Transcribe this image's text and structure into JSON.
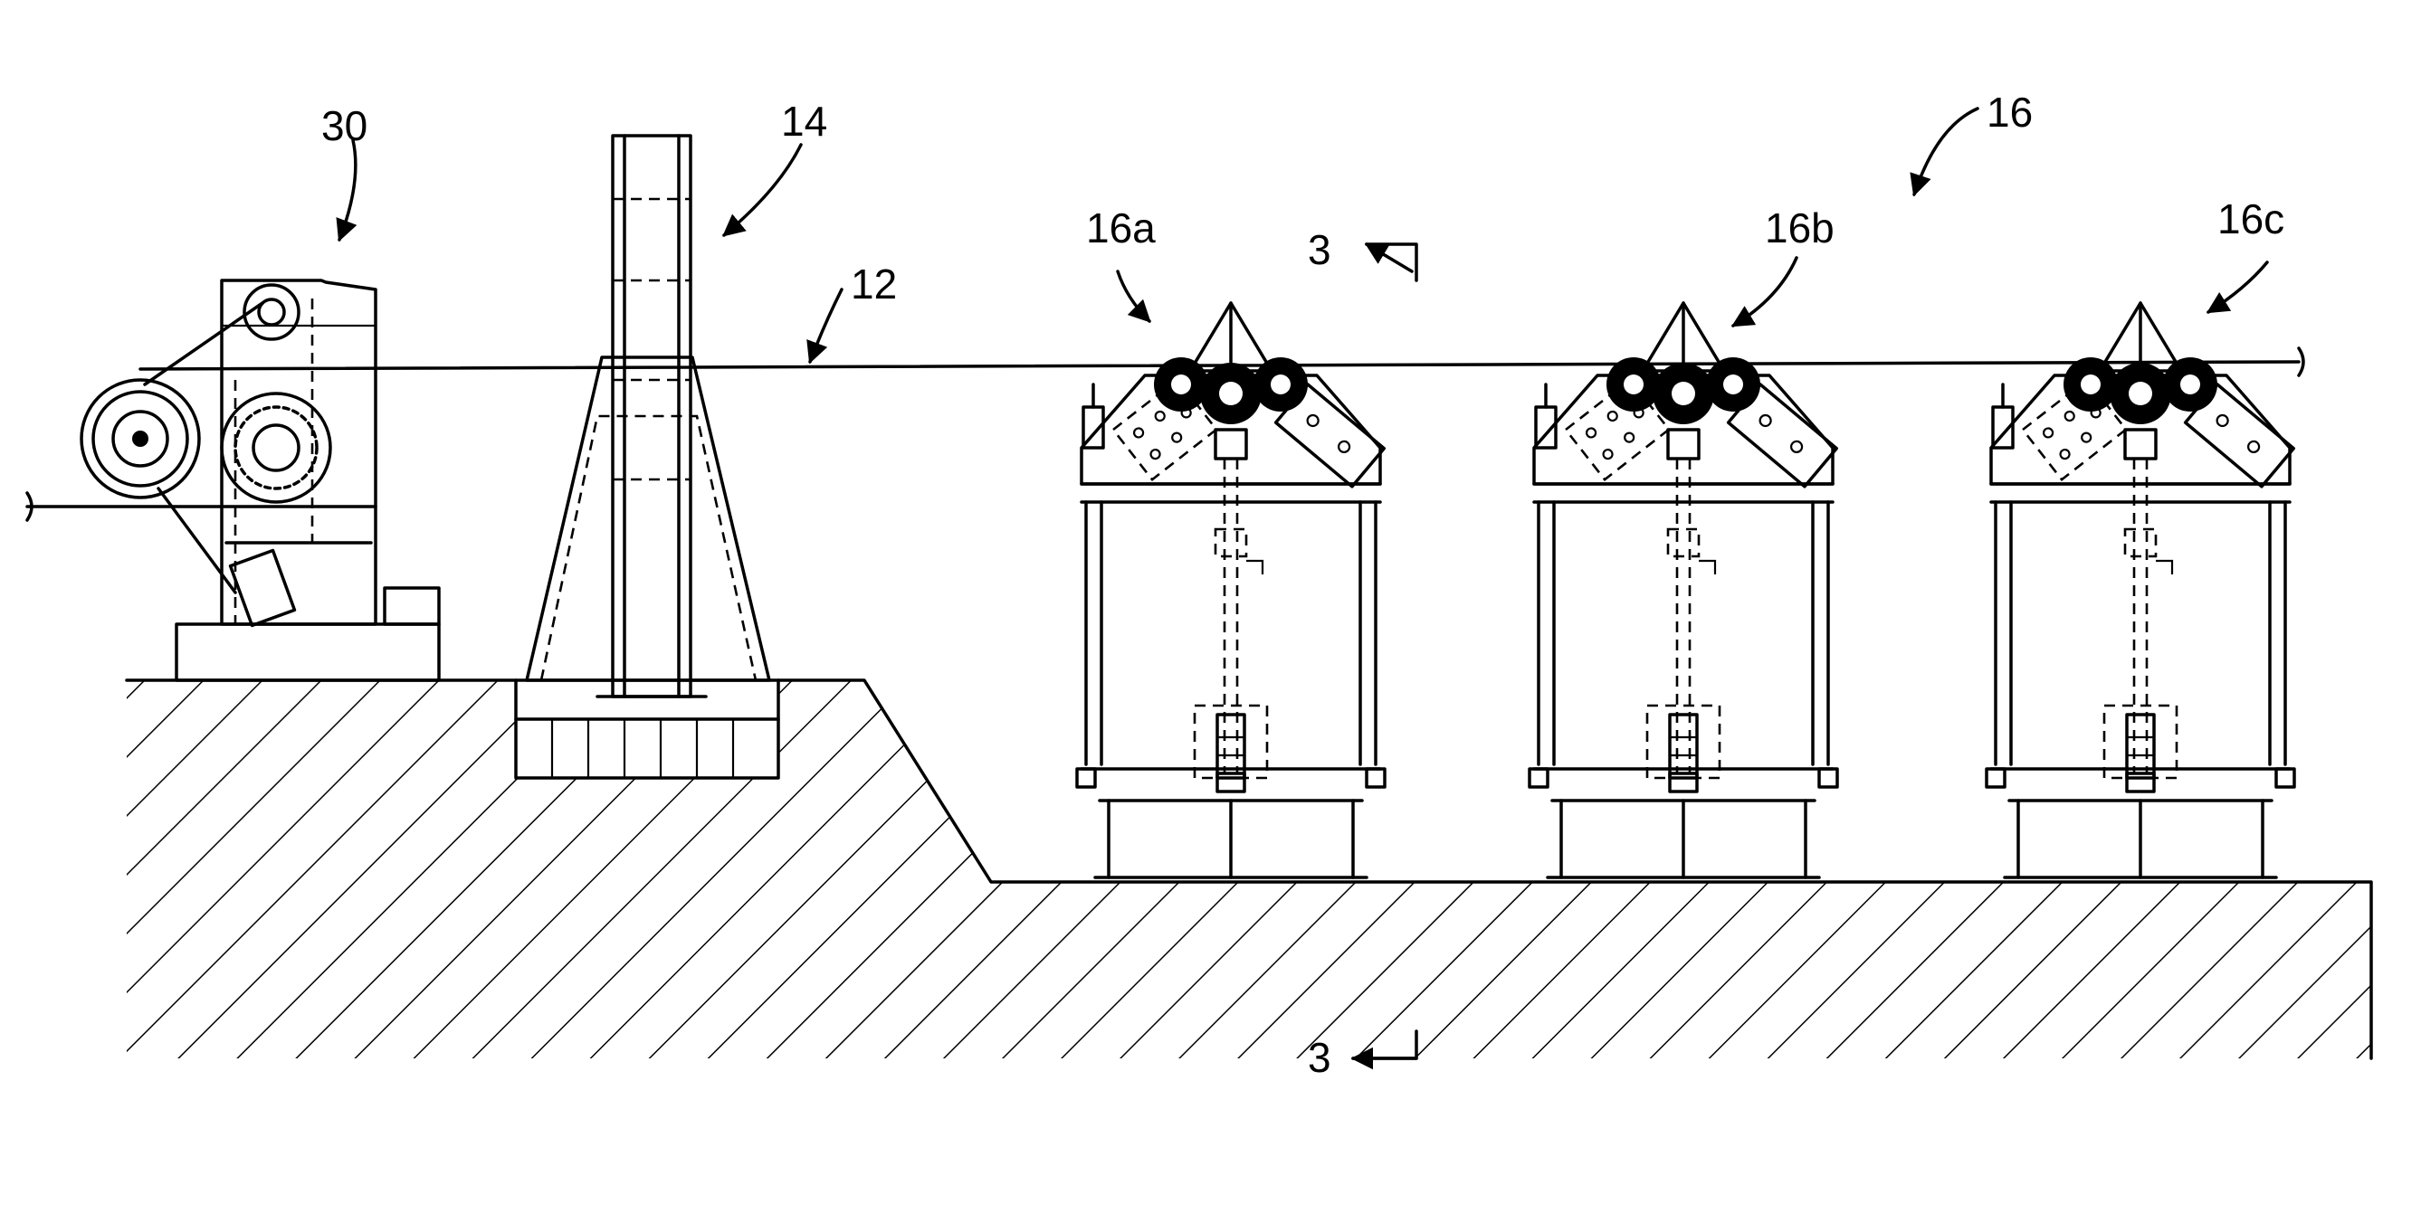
{
  "labels": {
    "pay_off": "30",
    "tower": "14",
    "strand": "12",
    "group": "16",
    "unit_a": "16a",
    "unit_b": "16b",
    "unit_c": "16c",
    "section_top": "3",
    "section_bottom": "3"
  }
}
